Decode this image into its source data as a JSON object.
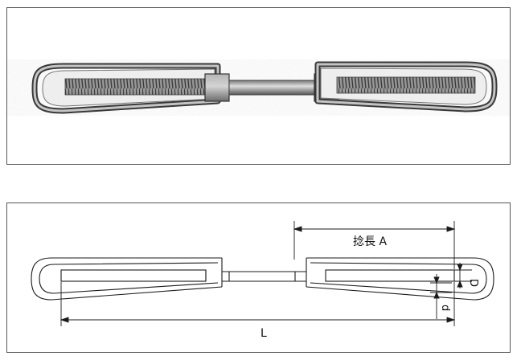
{
  "drawing": {
    "cut_length_label": "捻長 A",
    "total_length_label": "L",
    "major_diameter_label": "D",
    "minor_diameter_label": "d"
  },
  "colors": {
    "line": "#1a1a1a",
    "panel_border": "#555555",
    "photo_metal": "#8a8a8a",
    "photo_thread": "#5a5a5a",
    "photo_shadow": "#3a3a3a"
  }
}
